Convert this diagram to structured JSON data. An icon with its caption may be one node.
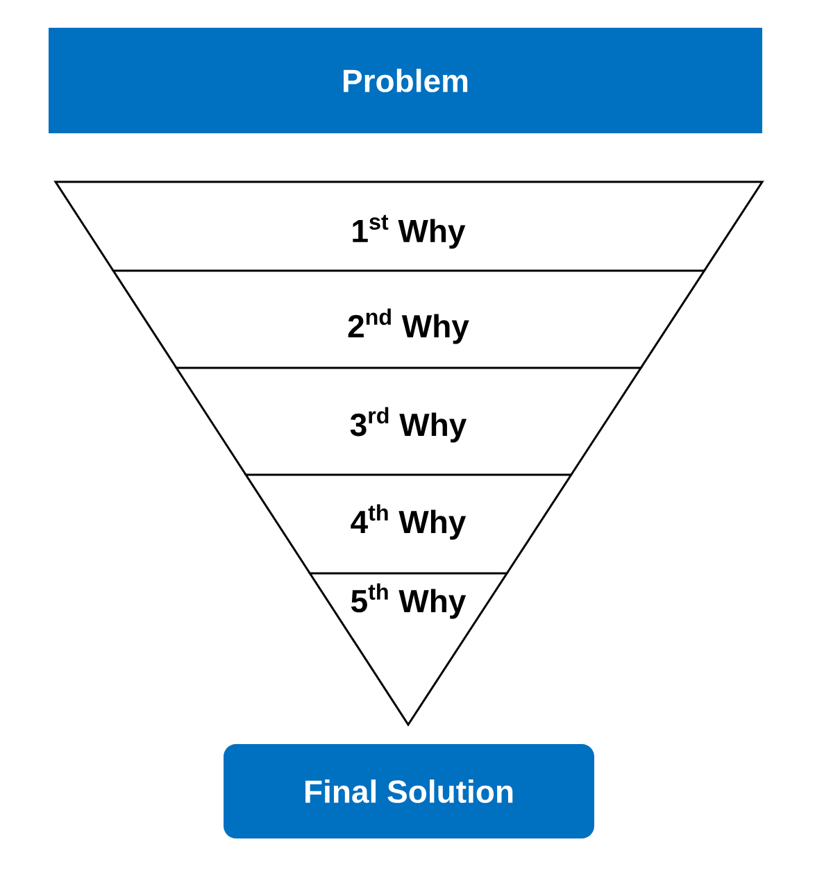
{
  "diagram": {
    "nodes": [
      {
        "text": [
          "Problem"
        ]
      },
      {
        "text": [
          "1$^{st}$ Why"
        ]
      },
      {
        "text": [
          "2$^{nd}$ Why"
        ]
      },
      {
        "text": [
          "3$^{rd}$ Why"
        ]
      },
      {
        "text": [
          "4$^{th}$ Why"
        ]
      },
      {
        "text": [
          "5$^{th}$ Why"
        ]
      },
      {
        "text": [
          "Final Solution"
        ]
      }
    ]
  }
}
